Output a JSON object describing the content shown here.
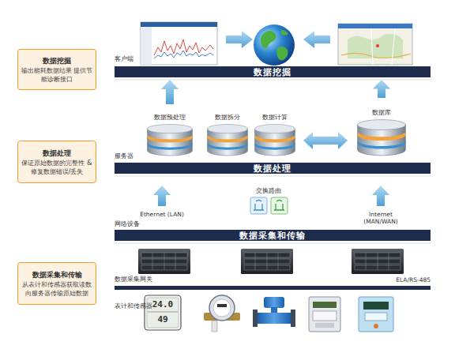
{
  "diagram": {
    "nodes": [
      {
        "text": [
          "数据挖掘",
          "输出能耗数据结果 提供节能诊断接口"
        ]
      },
      {
        "text": [
          "数据挖掘"
        ]
      },
      {
        "text": [
          "数据预处理"
        ]
      },
      {
        "text": [
          "数据拆分"
        ]
      },
      {
        "text": [
          "数据计算"
        ]
      },
      {
        "text": [
          "数据库"
        ]
      },
      {
        "text": [
          "数据处理",
          "保证原始数据的完整性 &修复数据错误/丢失"
        ]
      },
      {
        "text": [
          "数据处理"
        ]
      },
      {
        "text": [
          "数据采集和传输"
        ]
      },
      {
        "text": [
          "数据采集和传输",
          "从表计和传感器获取读数 向服务器传输原始数据"
        ]
      }
    ],
    "edges": [
      {
        "from": 2,
        "to": 1,
        "arrow": "to"
      },
      {
        "from": 5,
        "to": 1,
        "arrow": "to"
      },
      {
        "from": 4,
        "to": 5,
        "arrow": "both"
      },
      {
        "from": 8,
        "to": 7,
        "arrow": "to"
      },
      {
        "from": 8,
        "to": 7,
        "arrow": "to"
      }
    ],
    "labels": [
      "客户端",
      "服务器",
      "Ethernet (LAN)",
      "交换路由",
      "Internet (MAN/WAN)",
      "网络设备",
      "数据采集网关",
      "ELA/RS-485",
      "表计和传感器",
      "24.0",
      "49"
    ]
  }
}
